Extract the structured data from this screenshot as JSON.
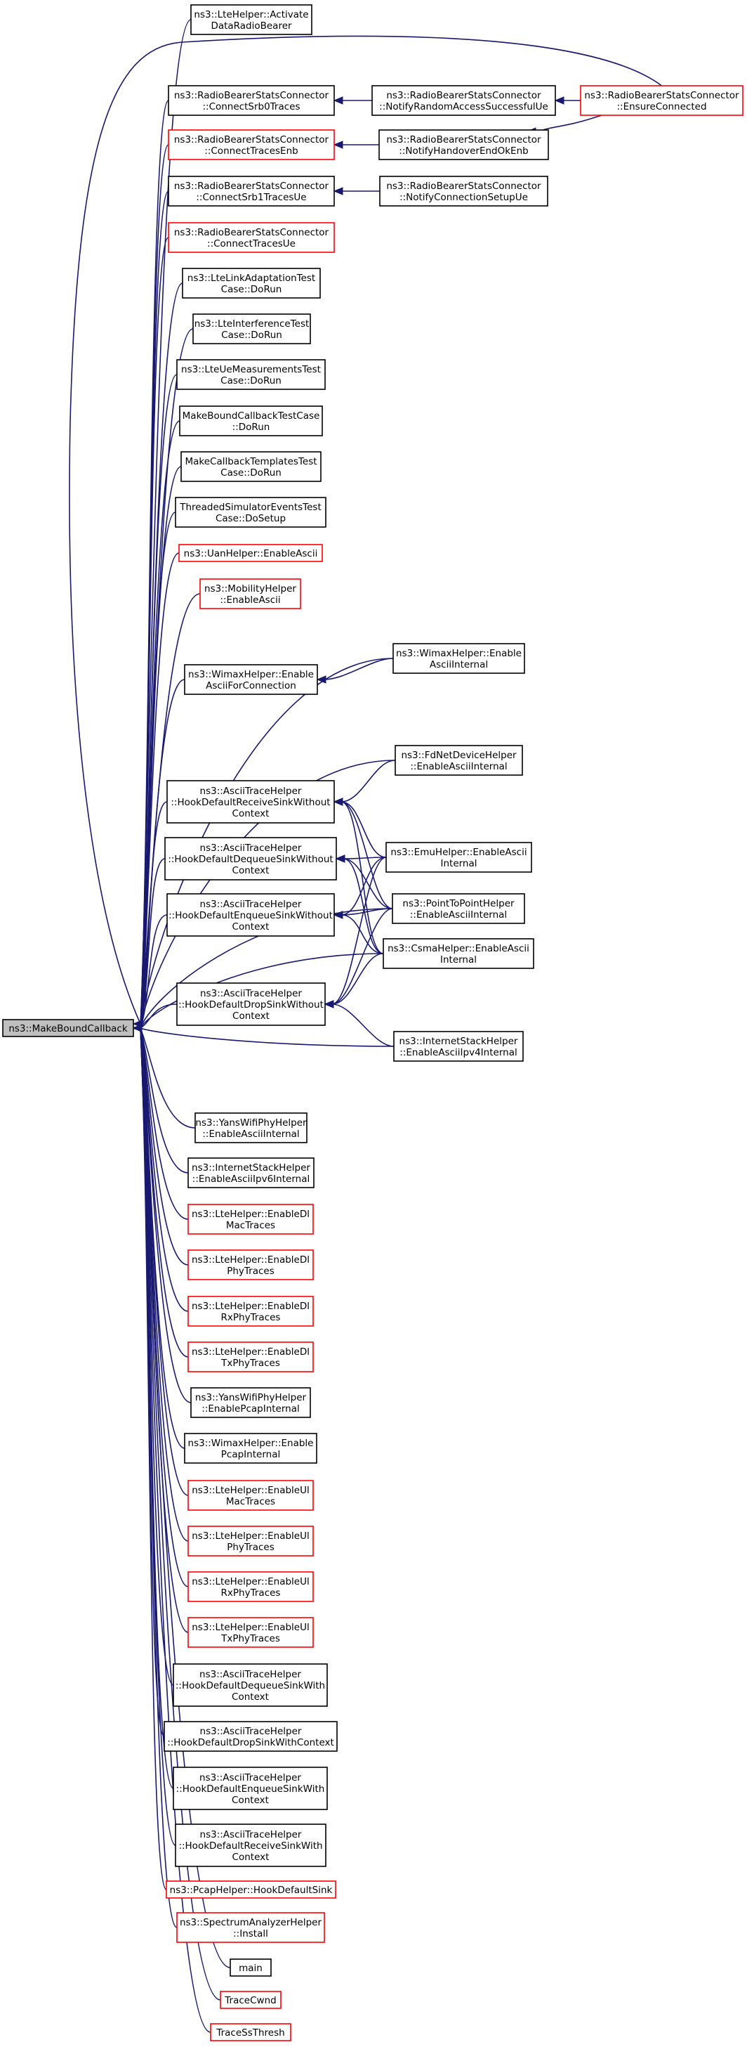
{
  "root": "ns3::MakeBoundCallback",
  "colors": {
    "edge": "#191970",
    "root_fill": "#bfbfbf",
    "normal_border": "#000000",
    "truncated_border": "#ff0000"
  },
  "nodes": [
    {
      "id": "root",
      "lines": [
        "ns3::MakeBoundCallback"
      ],
      "style": "root"
    },
    {
      "id": "n1",
      "lines": [
        "ns3::LteHelper::Activate",
        "DataRadioBearer"
      ],
      "style": "normal"
    },
    {
      "id": "n2",
      "lines": [
        "ns3::RadioBearerStatsConnector",
        "::ConnectSrb0Traces"
      ],
      "style": "normal"
    },
    {
      "id": "n3",
      "lines": [
        "ns3::RadioBearerStatsConnector",
        "::ConnectTracesEnb"
      ],
      "style": "red"
    },
    {
      "id": "n4",
      "lines": [
        "ns3::RadioBearerStatsConnector",
        "::ConnectSrb1TracesUe"
      ],
      "style": "normal"
    },
    {
      "id": "n5",
      "lines": [
        "ns3::RadioBearerStatsConnector",
        "::ConnectTracesUe"
      ],
      "style": "red"
    },
    {
      "id": "n6",
      "lines": [
        "ns3::LteLinkAdaptationTest",
        "Case::DoRun"
      ],
      "style": "normal"
    },
    {
      "id": "n7",
      "lines": [
        "ns3::LteInterferenceTest",
        "Case::DoRun"
      ],
      "style": "normal"
    },
    {
      "id": "n8",
      "lines": [
        "ns3::LteUeMeasurementsTest",
        "Case::DoRun"
      ],
      "style": "normal"
    },
    {
      "id": "n9",
      "lines": [
        "MakeBoundCallbackTestCase",
        "::DoRun"
      ],
      "style": "normal"
    },
    {
      "id": "n10",
      "lines": [
        "MakeCallbackTemplatesTest",
        "Case::DoRun"
      ],
      "style": "normal"
    },
    {
      "id": "n11",
      "lines": [
        "ThreadedSimulatorEventsTest",
        "Case::DoSetup"
      ],
      "style": "normal"
    },
    {
      "id": "n12",
      "lines": [
        "ns3::UanHelper::EnableAscii"
      ],
      "style": "red"
    },
    {
      "id": "n13",
      "lines": [
        "ns3::MobilityHelper",
        "::EnableAscii"
      ],
      "style": "red"
    },
    {
      "id": "n14",
      "lines": [
        "ns3::WimaxHelper::Enable",
        "AsciiForConnection"
      ],
      "style": "normal"
    },
    {
      "id": "n15",
      "lines": [
        "ns3::AsciiTraceHelper",
        "::HookDefaultReceiveSinkWithout",
        "Context"
      ],
      "style": "normal"
    },
    {
      "id": "n16",
      "lines": [
        "ns3::AsciiTraceHelper",
        "::HookDefaultDequeueSinkWithout",
        "Context"
      ],
      "style": "normal"
    },
    {
      "id": "n17",
      "lines": [
        "ns3::AsciiTraceHelper",
        "::HookDefaultEnqueueSinkWithout",
        "Context"
      ],
      "style": "normal"
    },
    {
      "id": "n18",
      "lines": [
        "ns3::AsciiTraceHelper",
        "::HookDefaultDropSinkWithout",
        "Context"
      ],
      "style": "normal"
    },
    {
      "id": "n19",
      "lines": [
        "ns3::YansWifiPhyHelper",
        "::EnableAsciiInternal"
      ],
      "style": "normal"
    },
    {
      "id": "n20",
      "lines": [
        "ns3::InternetStackHelper",
        "::EnableAsciiIpv6Internal"
      ],
      "style": "normal"
    },
    {
      "id": "n21",
      "lines": [
        "ns3::LteHelper::EnableDl",
        "MacTraces"
      ],
      "style": "red"
    },
    {
      "id": "n22",
      "lines": [
        "ns3::LteHelper::EnableDl",
        "PhyTraces"
      ],
      "style": "red"
    },
    {
      "id": "n23",
      "lines": [
        "ns3::LteHelper::EnableDl",
        "RxPhyTraces"
      ],
      "style": "red"
    },
    {
      "id": "n24",
      "lines": [
        "ns3::LteHelper::EnableDl",
        "TxPhyTraces"
      ],
      "style": "red"
    },
    {
      "id": "n25",
      "lines": [
        "ns3::YansWifiPhyHelper",
        "::EnablePcapInternal"
      ],
      "style": "normal"
    },
    {
      "id": "n26",
      "lines": [
        "ns3::WimaxHelper::Enable",
        "PcapInternal"
      ],
      "style": "normal"
    },
    {
      "id": "n27",
      "lines": [
        "ns3::LteHelper::EnableUl",
        "MacTraces"
      ],
      "style": "red"
    },
    {
      "id": "n28",
      "lines": [
        "ns3::LteHelper::EnableUl",
        "PhyTraces"
      ],
      "style": "red"
    },
    {
      "id": "n29",
      "lines": [
        "ns3::LteHelper::EnableUl",
        "RxPhyTraces"
      ],
      "style": "red"
    },
    {
      "id": "n30",
      "lines": [
        "ns3::LteHelper::EnableUl",
        "TxPhyTraces"
      ],
      "style": "red"
    },
    {
      "id": "n31",
      "lines": [
        "ns3::AsciiTraceHelper",
        "::HookDefaultDequeueSinkWith",
        "Context"
      ],
      "style": "normal"
    },
    {
      "id": "n32",
      "lines": [
        "ns3::AsciiTraceHelper",
        "::HookDefaultDropSinkWithContext"
      ],
      "style": "normal"
    },
    {
      "id": "n33",
      "lines": [
        "ns3::AsciiTraceHelper",
        "::HookDefaultEnqueueSinkWith",
        "Context"
      ],
      "style": "normal"
    },
    {
      "id": "n34",
      "lines": [
        "ns3::AsciiTraceHelper",
        "::HookDefaultReceiveSinkWith",
        "Context"
      ],
      "style": "normal"
    },
    {
      "id": "n35",
      "lines": [
        "ns3::PcapHelper::HookDefaultSink"
      ],
      "style": "red"
    },
    {
      "id": "n36",
      "lines": [
        "ns3::SpectrumAnalyzerHelper",
        "::Install"
      ],
      "style": "red"
    },
    {
      "id": "n37",
      "lines": [
        "main"
      ],
      "style": "normal"
    },
    {
      "id": "n38",
      "lines": [
        "TraceCwnd"
      ],
      "style": "red"
    },
    {
      "id": "n39",
      "lines": [
        "TraceSsThresh"
      ],
      "style": "red"
    },
    {
      "id": "c1",
      "lines": [
        "ns3::RadioBearerStatsConnector",
        "::NotifyRandomAccessSuccessfulUe"
      ],
      "style": "normal"
    },
    {
      "id": "c2",
      "lines": [
        "ns3::RadioBearerStatsConnector",
        "::NotifyHandoverEndOkEnb"
      ],
      "style": "normal"
    },
    {
      "id": "c3",
      "lines": [
        "ns3::RadioBearerStatsConnector",
        "::NotifyConnectionSetupUe"
      ],
      "style": "normal"
    },
    {
      "id": "c4",
      "lines": [
        "ns3::WimaxHelper::Enable",
        "AsciiInternal"
      ],
      "style": "normal"
    },
    {
      "id": "c5",
      "lines": [
        "ns3::FdNetDeviceHelper",
        "::EnableAsciiInternal"
      ],
      "style": "normal"
    },
    {
      "id": "c6",
      "lines": [
        "ns3::EmuHelper::EnableAscii",
        "Internal"
      ],
      "style": "normal"
    },
    {
      "id": "c7",
      "lines": [
        "ns3::PointToPointHelper",
        "::EnableAsciiInternal"
      ],
      "style": "normal"
    },
    {
      "id": "c8",
      "lines": [
        "ns3::CsmaHelper::EnableAscii",
        "Internal"
      ],
      "style": "normal"
    },
    {
      "id": "c9",
      "lines": [
        "ns3::InternetStackHelper",
        "::EnableAsciiIpv4Internal"
      ],
      "style": "normal"
    },
    {
      "id": "d1",
      "lines": [
        "ns3::RadioBearerStatsConnector",
        "::EnsureConnected"
      ],
      "style": "red"
    }
  ],
  "edges": [
    [
      "n1",
      "root"
    ],
    [
      "n2",
      "root"
    ],
    [
      "n3",
      "root"
    ],
    [
      "n4",
      "root"
    ],
    [
      "n5",
      "root"
    ],
    [
      "n6",
      "root"
    ],
    [
      "n7",
      "root"
    ],
    [
      "n8",
      "root"
    ],
    [
      "n9",
      "root"
    ],
    [
      "n10",
      "root"
    ],
    [
      "n11",
      "root"
    ],
    [
      "n12",
      "root"
    ],
    [
      "n13",
      "root"
    ],
    [
      "n14",
      "root"
    ],
    [
      "n15",
      "root"
    ],
    [
      "n16",
      "root"
    ],
    [
      "n17",
      "root"
    ],
    [
      "n18",
      "root"
    ],
    [
      "n19",
      "root"
    ],
    [
      "n20",
      "root"
    ],
    [
      "n21",
      "root"
    ],
    [
      "n22",
      "root"
    ],
    [
      "n23",
      "root"
    ],
    [
      "n24",
      "root"
    ],
    [
      "n25",
      "root"
    ],
    [
      "n26",
      "root"
    ],
    [
      "n27",
      "root"
    ],
    [
      "n28",
      "root"
    ],
    [
      "n29",
      "root"
    ],
    [
      "n30",
      "root"
    ],
    [
      "n31",
      "root"
    ],
    [
      "n32",
      "root"
    ],
    [
      "n33",
      "root"
    ],
    [
      "n34",
      "root"
    ],
    [
      "n35",
      "root"
    ],
    [
      "n36",
      "root"
    ],
    [
      "n37",
      "root"
    ],
    [
      "n38",
      "root"
    ],
    [
      "n39",
      "root"
    ],
    [
      "d1",
      "root"
    ],
    [
      "c4",
      "root"
    ],
    [
      "c5",
      "root"
    ],
    [
      "c7",
      "root"
    ],
    [
      "c8",
      "root"
    ],
    [
      "c9",
      "root"
    ],
    [
      "c1",
      "n2"
    ],
    [
      "c2",
      "n3"
    ],
    [
      "c3",
      "n4"
    ],
    [
      "d1",
      "c1"
    ],
    [
      "d1",
      "c2"
    ],
    [
      "c4",
      "n14"
    ],
    [
      "c5",
      "n15"
    ],
    [
      "c6",
      "n15"
    ],
    [
      "c7",
      "n15"
    ],
    [
      "c8",
      "n15"
    ],
    [
      "c6",
      "n16"
    ],
    [
      "c7",
      "n16"
    ],
    [
      "c8",
      "n16"
    ],
    [
      "c6",
      "n17"
    ],
    [
      "c7",
      "n17"
    ],
    [
      "c8",
      "n17"
    ],
    [
      "c6",
      "n18"
    ],
    [
      "c7",
      "n18"
    ],
    [
      "c8",
      "n18"
    ],
    [
      "c9",
      "n18"
    ]
  ]
}
